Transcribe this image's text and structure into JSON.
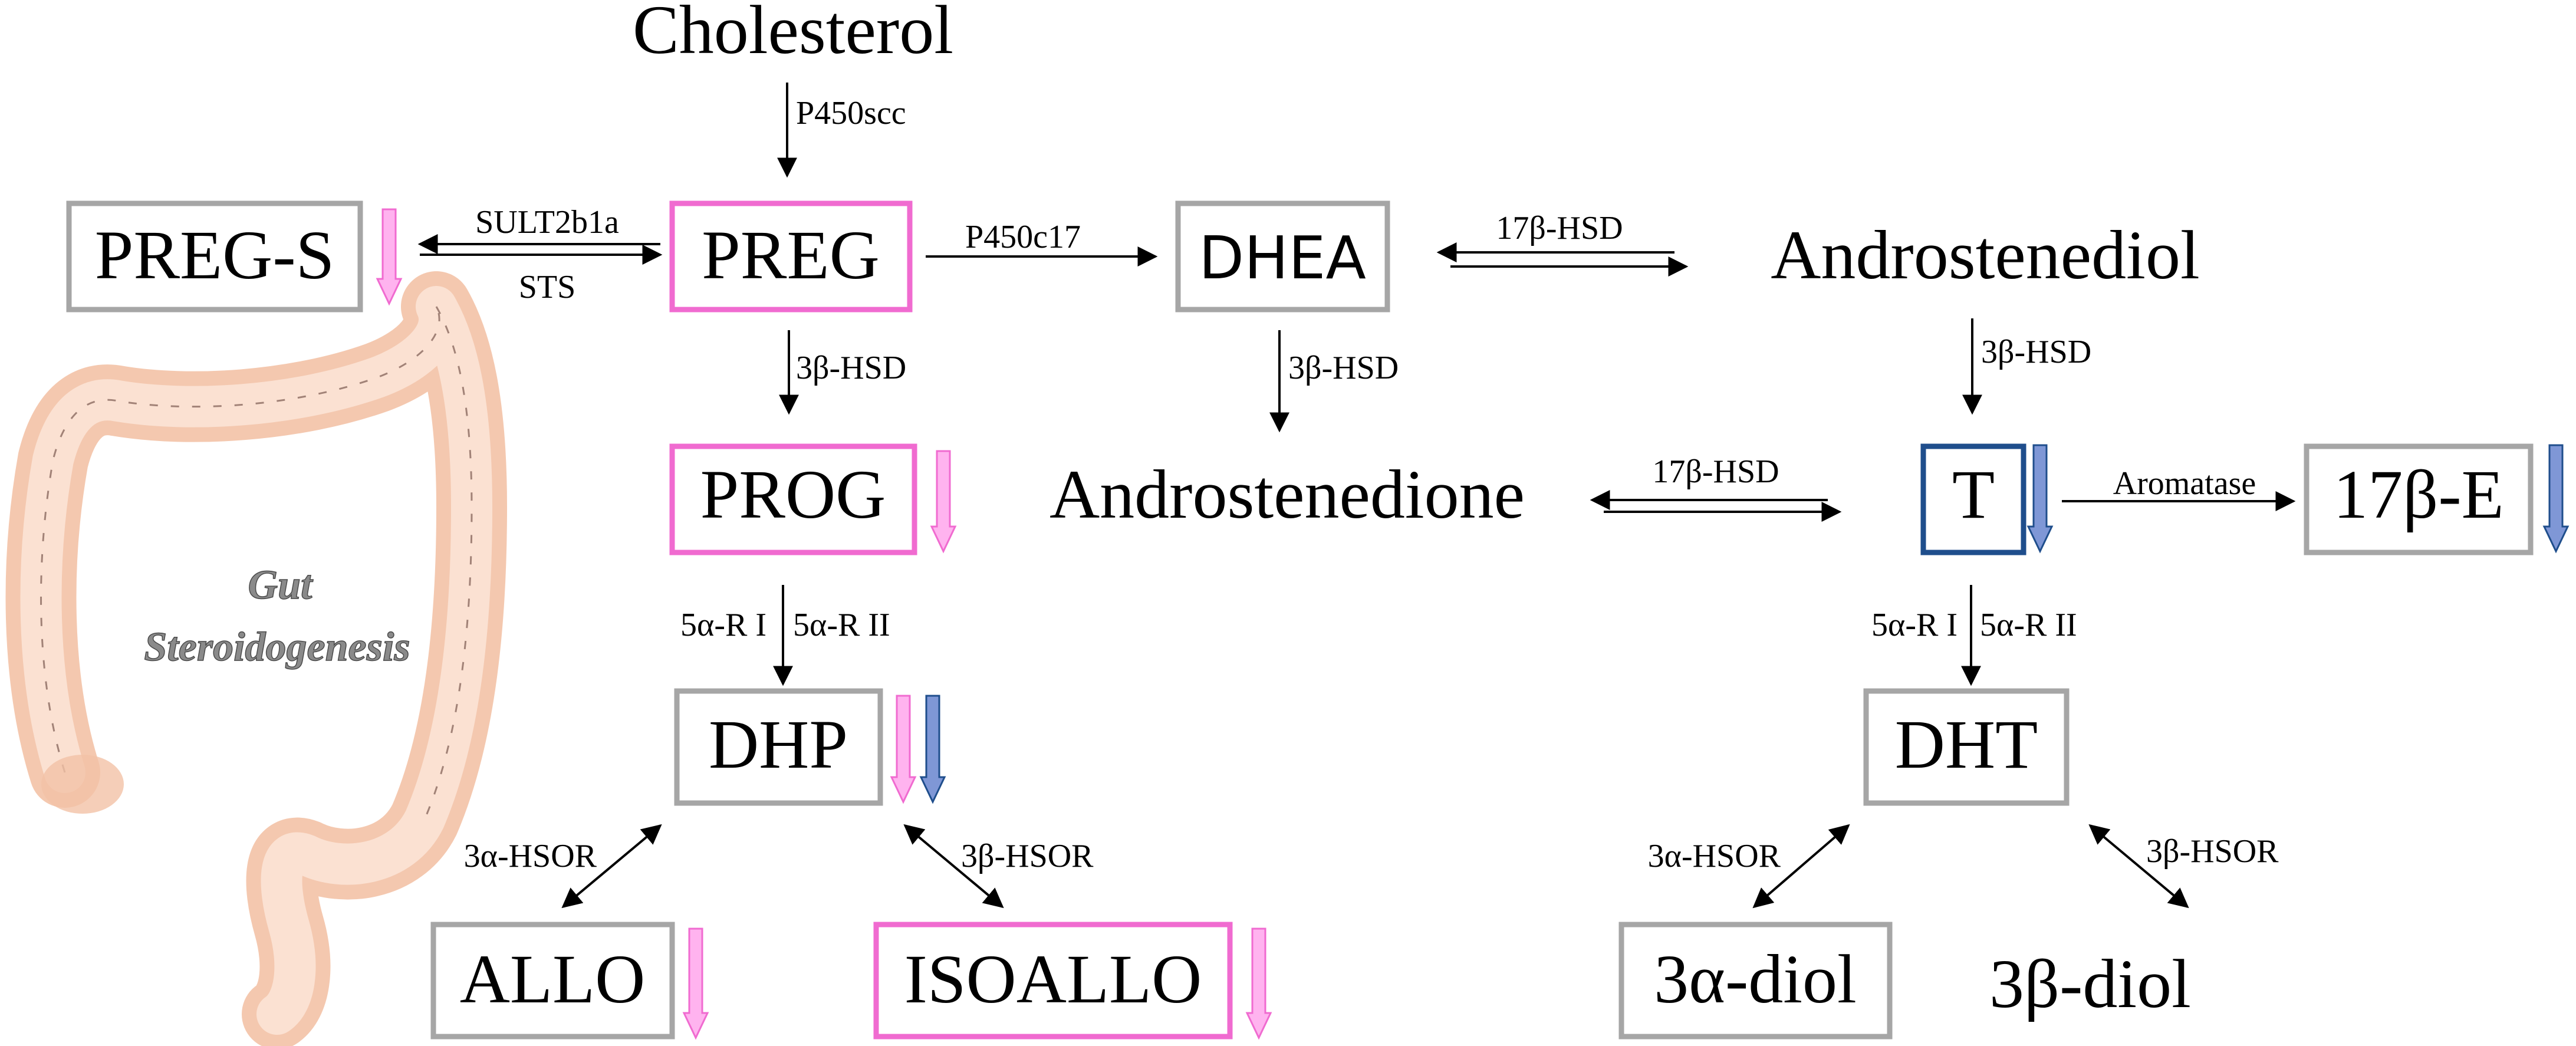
{
  "nodes": {
    "cholesterol": "Cholesterol",
    "preg_s": "PREG-S",
    "preg": "PREG",
    "dhea": "DHEA",
    "androstenediol": "Androstenediol",
    "prog": "PROG",
    "androstenedione": "Androstenedione",
    "t": "T",
    "e17b": "17β-E",
    "dhp": "DHP",
    "dht": "DHT",
    "allo": "ALLO",
    "isoallo": "ISOALLO",
    "diol3a": "3α-diol",
    "diol3b": "3β-diol"
  },
  "enzymes": {
    "p450scc": "P450scc",
    "sult2b1a": "SULT2b1a",
    "sts": "STS",
    "p450c17": "P450c17",
    "hsd17b_top": "17β-HSD",
    "hsd3b_preg": "3β-HSD",
    "hsd3b_dhea": "3β-HSD",
    "hsd3b_diol": "3β-HSD",
    "hsd17b_mid": "17β-HSD",
    "aromatase": "Aromatase",
    "r5a1_left": "5α-R I",
    "r5a2_left": "5α-R II",
    "r5a1_right": "5α-R I",
    "r5a2_right": "5α-R II",
    "hsor3a_left": "3α-HSOR",
    "hsor3b_left": "3β-HSOR",
    "hsor3a_right": "3α-HSOR",
    "hsor3b_right": "3β-HSOR"
  },
  "gut": {
    "line1": "Gut",
    "line2": "Steroidogenesis"
  },
  "colors": {
    "pink": "#f06bd0",
    "pink_arrow": "#ffb3ef",
    "blue": "#1f4e8c",
    "blue_arrow": "#7f97d6",
    "gray": "#a6a6a6",
    "gut": "#f6c2a6"
  }
}
